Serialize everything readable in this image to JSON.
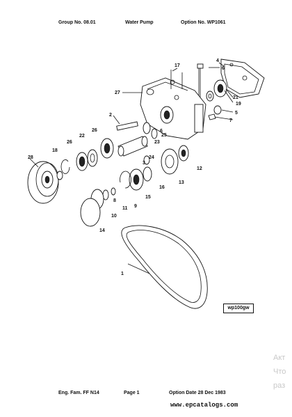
{
  "header": {
    "group": "Group No. 08.01",
    "title": "Water Pump",
    "option": "Option No. WP1061"
  },
  "footer": {
    "eng_fam": "Eng. Fam. FF N14",
    "page": "Page 1",
    "option_date": "Option Date 28 Dec 1983",
    "site": "www.epcatalogs.com"
  },
  "figure_ref": "wp100gw",
  "callouts": [
    "1",
    "2",
    "3",
    "4",
    "5",
    "6",
    "7",
    "8",
    "9",
    "10",
    "11",
    "12",
    "13",
    "14",
    "15",
    "16",
    "17",
    "18",
    "19",
    "21",
    "22",
    "23",
    "24",
    "25",
    "26",
    "26",
    "27",
    "28",
    "6"
  ],
  "watermark": [
    "Акт",
    "Что",
    "раз"
  ]
}
